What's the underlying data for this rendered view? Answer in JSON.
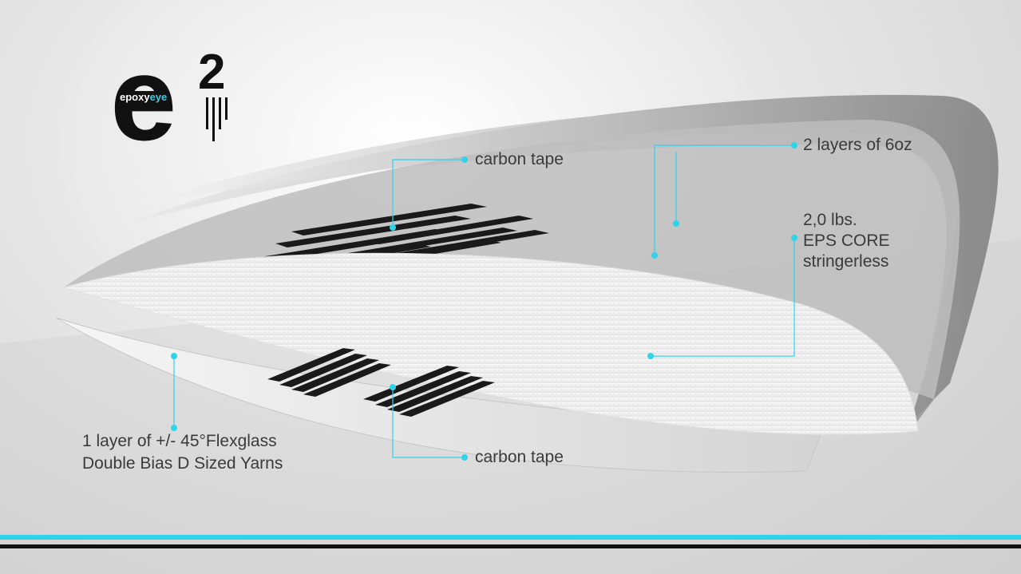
{
  "logo": {
    "main_letter": "e",
    "superscript": "2",
    "word_part1": "epoxy",
    "word_part2": "eye"
  },
  "callouts": {
    "carbon_tape_top": "carbon tape",
    "layers_6oz": "2 layers of 6oz",
    "core_line1": "2,0 lbs.",
    "core_line2": "EPS CORE",
    "core_line3": "stringerless",
    "flexglass_line1": "1 layer of +/- 45°Flexglass",
    "flexglass_line2": "Double Bias D Sized Yarns",
    "carbon_tape_bottom": "carbon tape"
  },
  "colors": {
    "accent": "#2fd3ea",
    "dark": "#111111",
    "text": "#3a3a3a"
  }
}
